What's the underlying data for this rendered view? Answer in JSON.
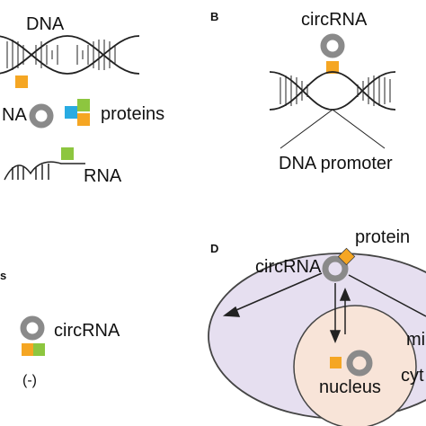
{
  "panel_a": {
    "dna_label": "DNA",
    "circrna_partial_label": "NA",
    "proteins_label": "proteins",
    "rna_label": "RNA"
  },
  "panel_b": {
    "letter": "B",
    "circrna_label": "circRNA",
    "promoter_label": "DNA promoter"
  },
  "panel_c": {
    "letter_fragment": "s",
    "circrna_label": "circRNA",
    "sign_label": "(-)"
  },
  "panel_d": {
    "letter": "D",
    "protein_label": "protein",
    "circrna_label": "circRNA",
    "nucleus_label": "nucleus",
    "mit_fragment": "mi",
    "cyt_fragment": "cyt"
  },
  "colors": {
    "ring": "#8a8a8a",
    "orange": "#f5a623",
    "green": "#8dc63f",
    "blue": "#29abe2",
    "cell_fill": "#e6dff0",
    "nucleus_fill": "#f8e4d8"
  }
}
